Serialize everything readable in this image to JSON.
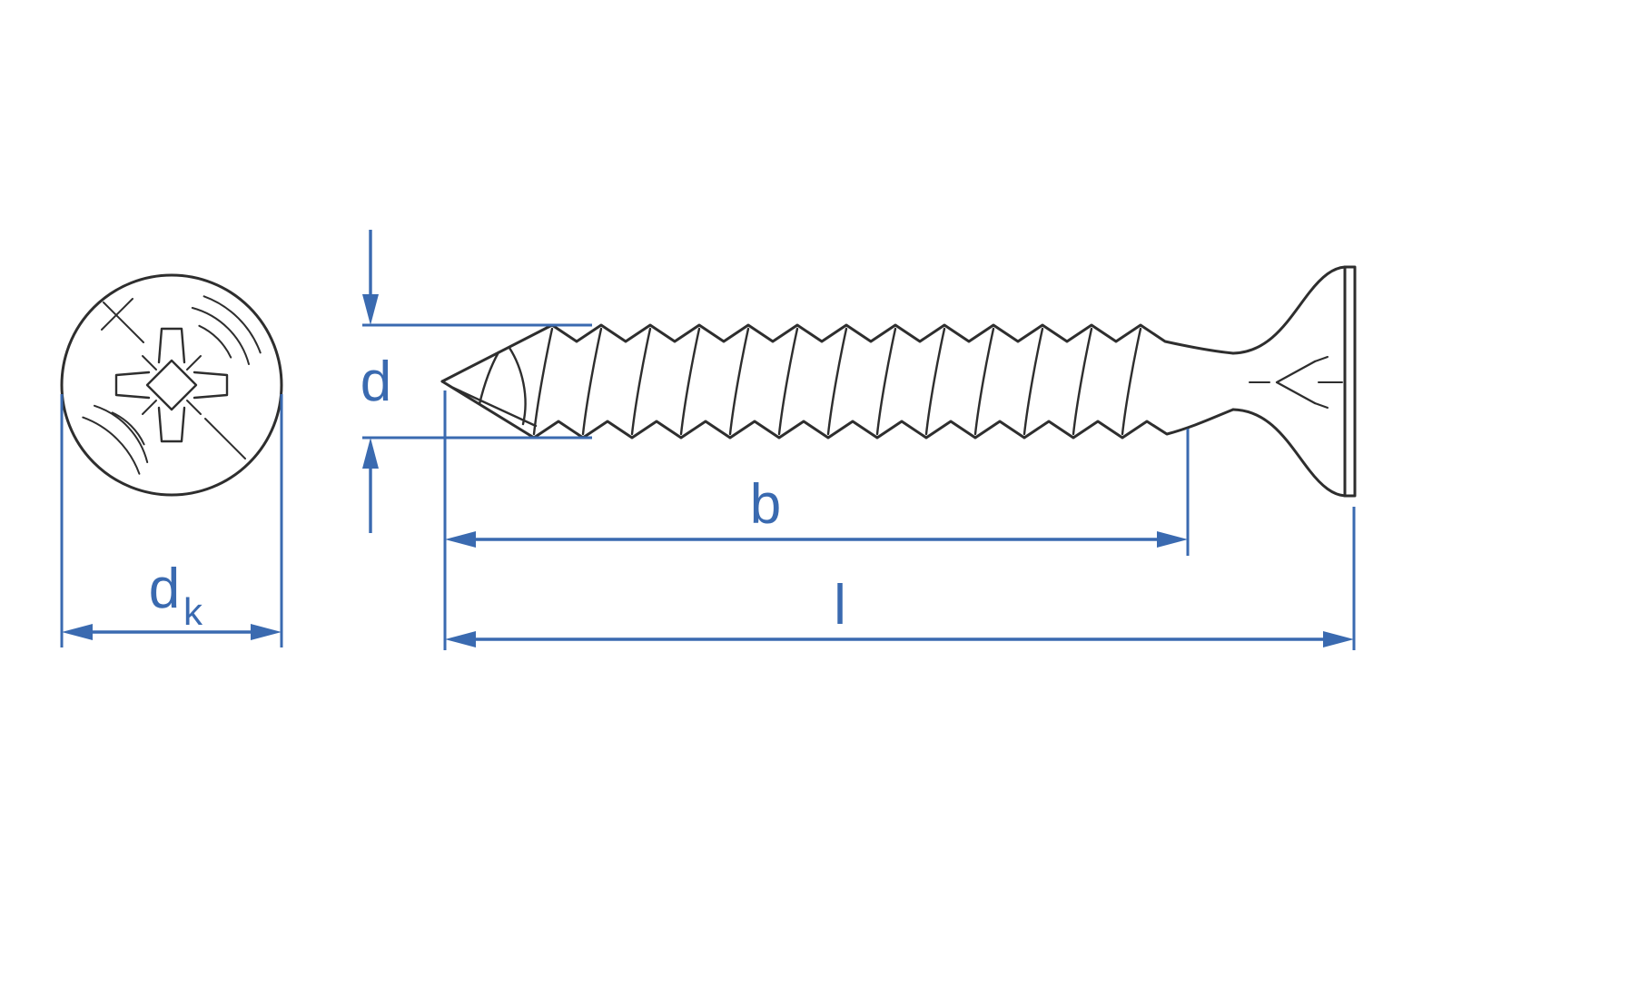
{
  "diagram": {
    "name": "Drywall screw technical drawing with front view of Pozidriv head and side view of threaded screw",
    "colors": {
      "line": "#2e2e2e",
      "dimension": "#3a6ab0",
      "background": "#ffffff"
    },
    "labels": {
      "thread_diameter": "d",
      "thread_length": "b",
      "total_length": "l",
      "head_diameter_base": "d",
      "head_diameter_sub": "k"
    }
  }
}
